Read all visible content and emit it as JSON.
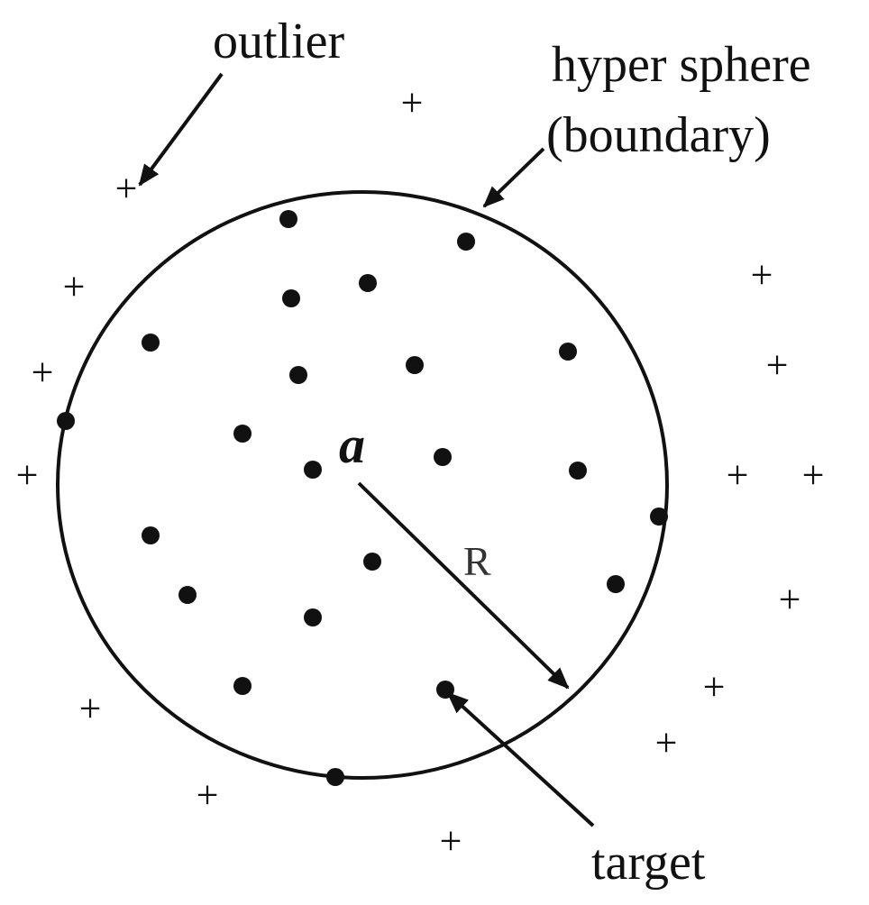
{
  "labels": {
    "outlier": "outlier",
    "hypersphere_line1": "hyper sphere",
    "hypersphere_line2": "(boundary)",
    "center": "a",
    "radius": "R",
    "target": "target"
  },
  "marker_symbols": {
    "outlier": "+"
  },
  "colors": {
    "ink": "#111111",
    "background": "#ffffff"
  }
}
